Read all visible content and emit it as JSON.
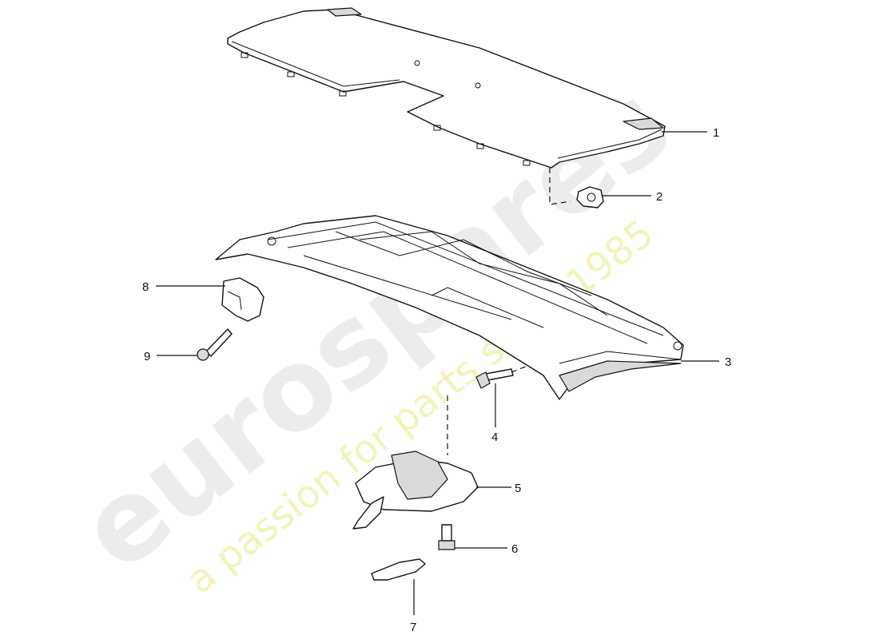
{
  "watermark": {
    "brand": "eurospares",
    "tagline": "a passion for parts since 1985"
  },
  "callouts": [
    {
      "id": "1",
      "label": "1"
    },
    {
      "id": "2",
      "label": "2"
    },
    {
      "id": "3",
      "label": "3"
    },
    {
      "id": "4",
      "label": "4"
    },
    {
      "id": "5",
      "label": "5"
    },
    {
      "id": "6",
      "label": "6"
    },
    {
      "id": "7",
      "label": "7"
    },
    {
      "id": "8",
      "label": "8"
    },
    {
      "id": "9",
      "label": "9"
    }
  ]
}
